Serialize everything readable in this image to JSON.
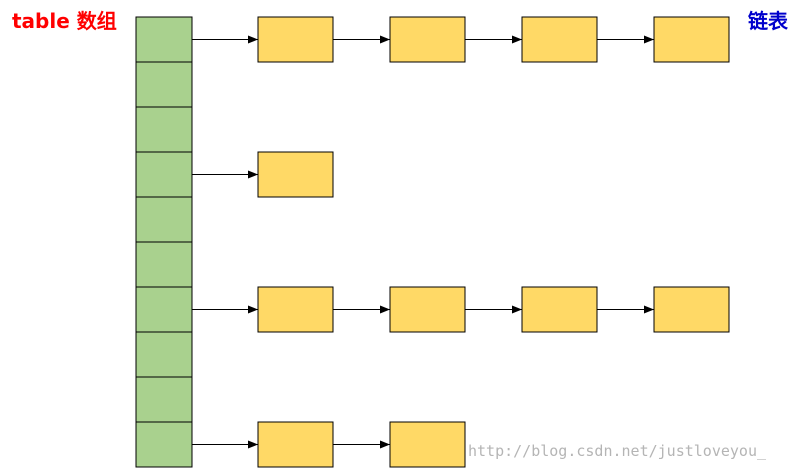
{
  "labels": {
    "table": "table 数组",
    "linked_list": "链表"
  },
  "watermark": "http://blog.csdn.net/justloveyou_",
  "colors": {
    "array_cell": "#a9d18e",
    "node": "#ffd966",
    "stroke": "#000000",
    "table_label": "#ff0000",
    "list_label": "#0000cc",
    "watermark": "#b5b5b5"
  },
  "structure": {
    "array_slots": 10,
    "chains": [
      {
        "slot": 0,
        "nodes": 4
      },
      {
        "slot": 3,
        "nodes": 1
      },
      {
        "slot": 6,
        "nodes": 4
      },
      {
        "slot": 9,
        "nodes": 2
      }
    ]
  }
}
